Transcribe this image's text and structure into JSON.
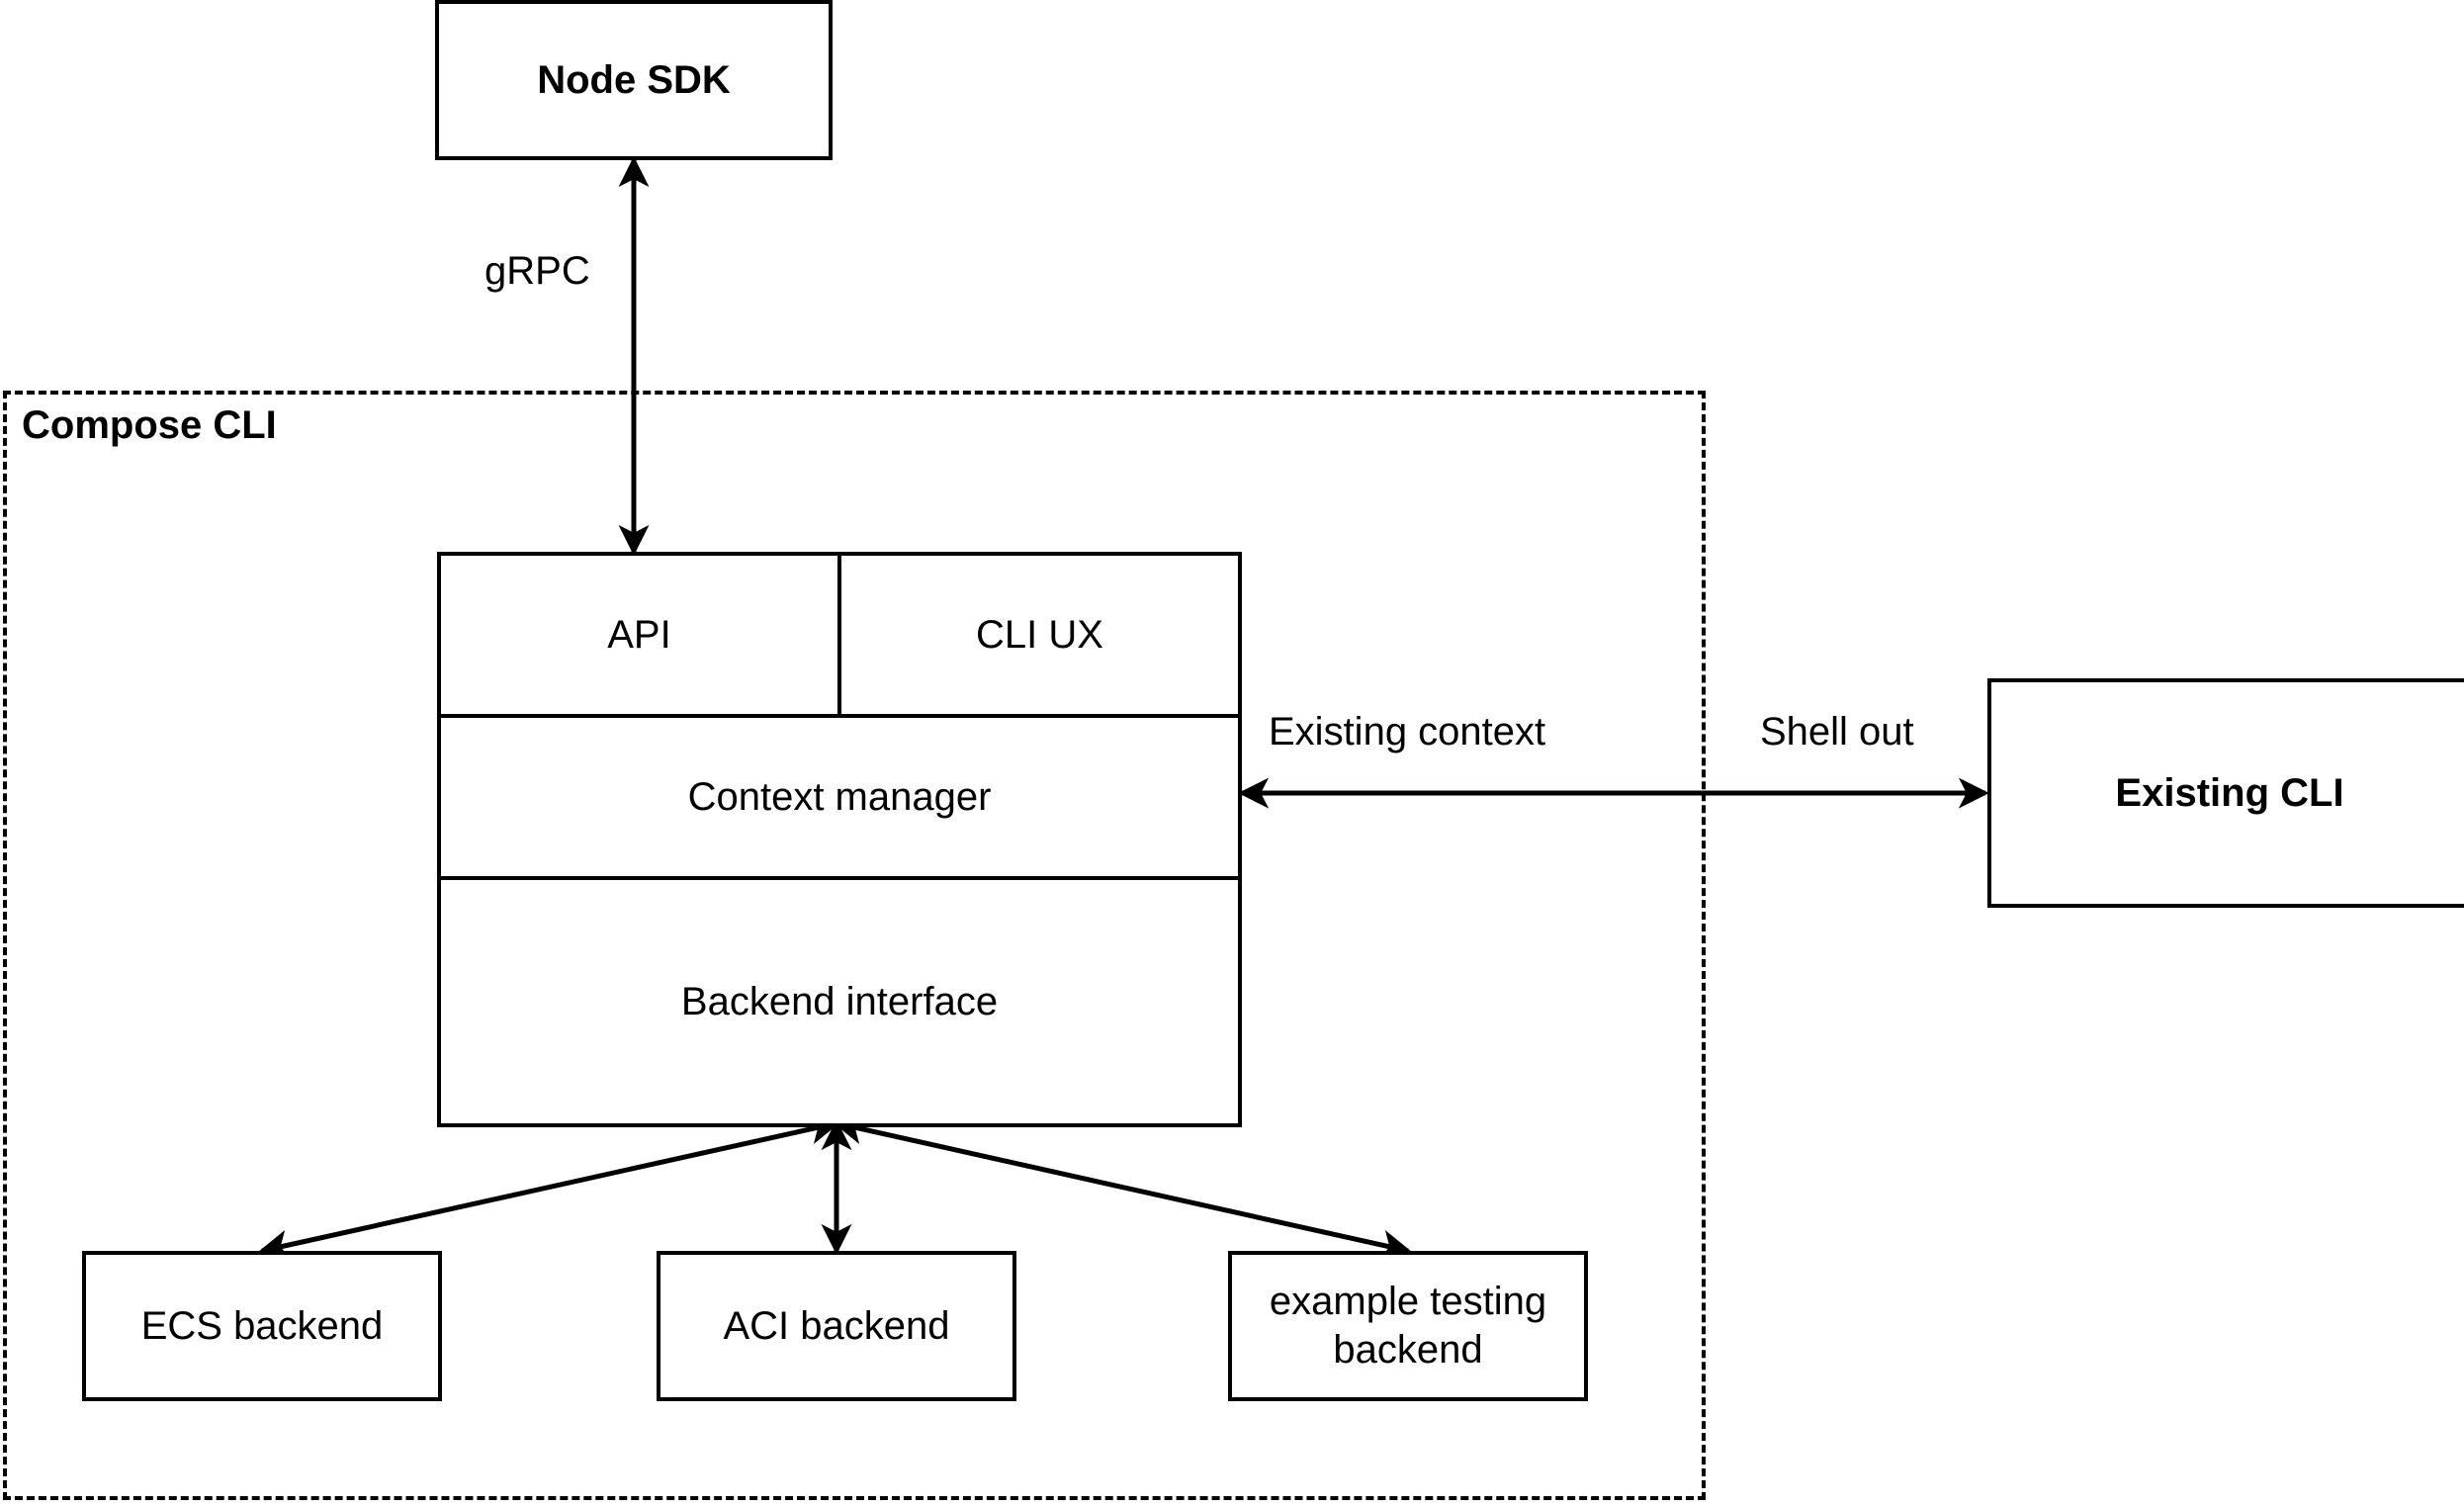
{
  "diagram": {
    "title_visible": false,
    "background": "#ffffff",
    "stroke": "#000000",
    "groups": [
      {
        "id": "compose-cli",
        "label": "Compose CLI",
        "border_style": "dashed"
      }
    ],
    "nodes": [
      {
        "id": "node-sdk",
        "label": "Node SDK",
        "bold": true,
        "multiline": false
      },
      {
        "id": "api",
        "label": "API",
        "bold": false,
        "multiline": false
      },
      {
        "id": "cli-ux",
        "label": "CLI UX",
        "bold": false,
        "multiline": false
      },
      {
        "id": "context-manager",
        "label": "Context manager",
        "bold": false,
        "multiline": false
      },
      {
        "id": "backend-interface",
        "label": "Backend interface",
        "bold": false,
        "multiline": false
      },
      {
        "id": "existing-cli",
        "label": "Existing CLI",
        "bold": true,
        "multiline": false
      },
      {
        "id": "ecs-backend",
        "label": "ECS backend",
        "bold": false,
        "multiline": false
      },
      {
        "id": "aci-backend",
        "label": "ACI backend",
        "bold": false,
        "multiline": false
      },
      {
        "id": "example-testing-backend",
        "label": "example testing\nbackend",
        "bold": false,
        "multiline": true
      }
    ],
    "edges": [
      {
        "id": "edge-grpc",
        "label": "gRPC",
        "from": "api",
        "to": "node-sdk",
        "arrows": "both"
      },
      {
        "id": "edge-existing-context",
        "label": "Existing context",
        "from": "existing-cli",
        "to": "context-manager",
        "arrows": "start"
      },
      {
        "id": "edge-shell-out",
        "label": "Shell out",
        "from": "context-manager",
        "to": "existing-cli",
        "arrows": "end"
      },
      {
        "id": "edge-ecs",
        "label": "",
        "from": "backend-interface",
        "to": "ecs-backend",
        "arrows": "both"
      },
      {
        "id": "edge-aci",
        "label": "",
        "from": "backend-interface",
        "to": "aci-backend",
        "arrows": "both"
      },
      {
        "id": "edge-example",
        "label": "",
        "from": "backend-interface",
        "to": "example-testing-backend",
        "arrows": "both"
      }
    ]
  }
}
